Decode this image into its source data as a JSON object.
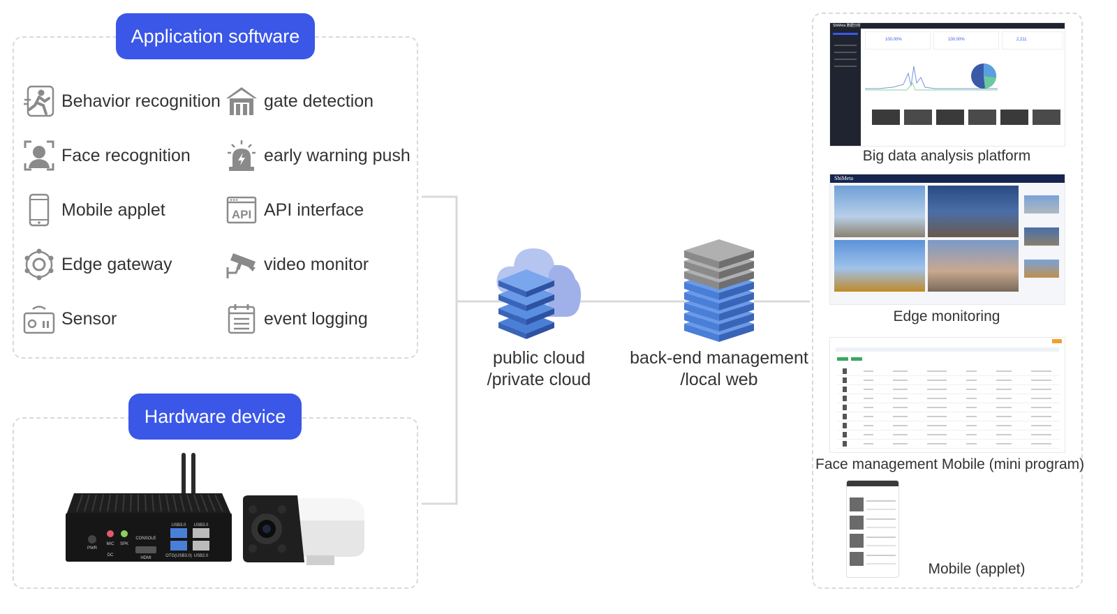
{
  "application_software": {
    "title": "Application software",
    "features": [
      {
        "icon": "running-person-icon",
        "label": "Behavior recognition"
      },
      {
        "icon": "gate-icon",
        "label": "gate detection"
      },
      {
        "icon": "face-scan-icon",
        "label": "Face recognition"
      },
      {
        "icon": "alarm-light-icon",
        "label": "early warning push"
      },
      {
        "icon": "mobile-phone-icon",
        "label": "Mobile applet"
      },
      {
        "icon": "api-window-icon",
        "label": "API interface"
      },
      {
        "icon": "gateway-hub-icon",
        "label": "Edge gateway"
      },
      {
        "icon": "cctv-camera-icon",
        "label": "video monitor"
      },
      {
        "icon": "sensor-icon",
        "label": "Sensor"
      },
      {
        "icon": "calendar-log-icon",
        "label": "event logging"
      }
    ]
  },
  "hardware_device": {
    "title": "Hardware device",
    "ports": {
      "mic": "MIC",
      "spk": "SPK",
      "pwr": "PWR",
      "dc": "DC",
      "console": "CONSOLE",
      "hdmi": "HDMI",
      "usb3a": "USB3.0",
      "usb3b": "USB3.0",
      "otg": "OTG(USB3.0)",
      "usb2": "USB2.0"
    }
  },
  "cloud": {
    "line1": "public cloud",
    "line2": "/private cloud"
  },
  "backend": {
    "line1": "back-end management",
    "line2": "/local web"
  },
  "outputs": [
    {
      "label": "Big data analysis platform",
      "brand": "ShiMeta 数据分析",
      "stats": [
        "100.00%",
        "100.00%",
        "2,211"
      ]
    },
    {
      "label": "Edge monitoring",
      "brand": "ShiMeta"
    },
    {
      "label": "Face management Mobile (mini program)"
    },
    {
      "label": "Mobile (applet)"
    }
  ],
  "colors": {
    "accent": "#3a57e8",
    "server_blue": "#4a7fd8",
    "server_gray": "#9a9a9a",
    "line": "#d9d9d9"
  }
}
